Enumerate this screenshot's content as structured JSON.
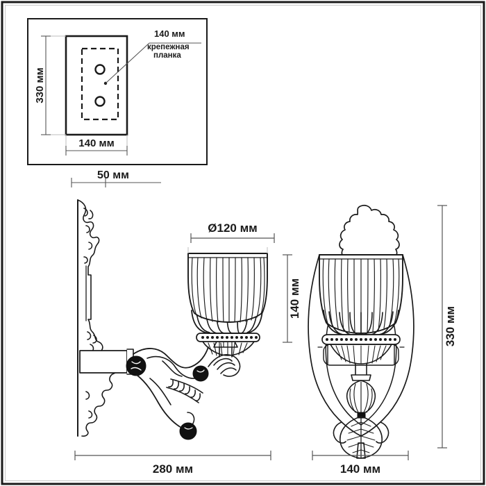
{
  "drawing": {
    "title": "Wall sconce technical drawing",
    "units": "мм",
    "line_color": "#1a1a1a",
    "dimension_color": "#555555",
    "background": "#ffffff"
  },
  "detail_box": {
    "name": "mounting-plate-detail",
    "plate_width_label": "140 мм",
    "plate_height_label": "330 мм",
    "callout_value": "140 мм",
    "callout_name_line1": "крепежная",
    "callout_name_line2": "планка",
    "screw_holes": 2
  },
  "dimensions": {
    "projection_depth": "50 мм",
    "shade_diameter": "Ø120 мм",
    "shade_height": "140 мм",
    "overall_height": "330 мм",
    "overall_depth": "280 мм",
    "overall_width": "140 мм"
  },
  "views": {
    "side": "side-elevation",
    "front": "front-elevation"
  }
}
